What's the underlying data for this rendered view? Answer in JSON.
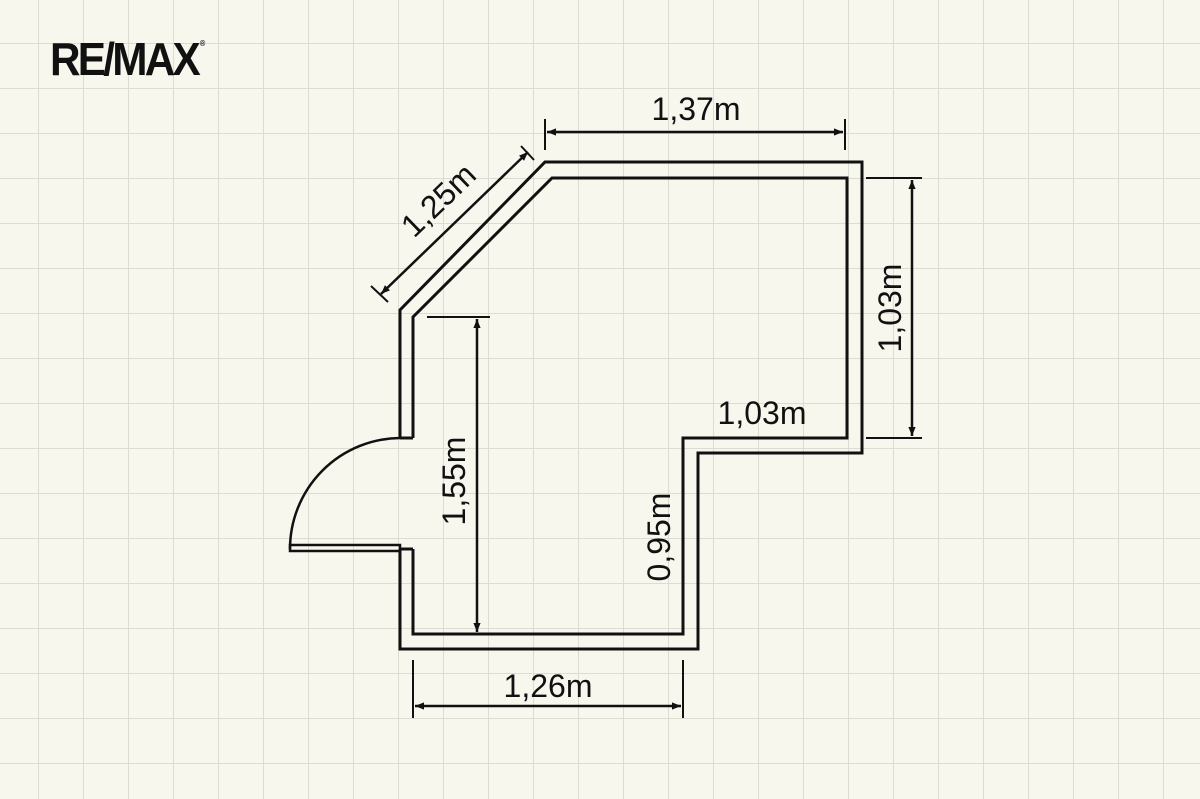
{
  "logo": {
    "text": "RE/MAX",
    "mark": "®"
  },
  "colors": {
    "wall": "#111111",
    "grid": "#dcddd2",
    "background": "#f7f7ee"
  },
  "dimensions": {
    "top": "1,37m",
    "diagonal": "1,25m",
    "right": "1,03m",
    "inner_step": "1,03m",
    "left": "1,55m",
    "inner_vertical": "0,95m",
    "bottom": "1,26m"
  }
}
